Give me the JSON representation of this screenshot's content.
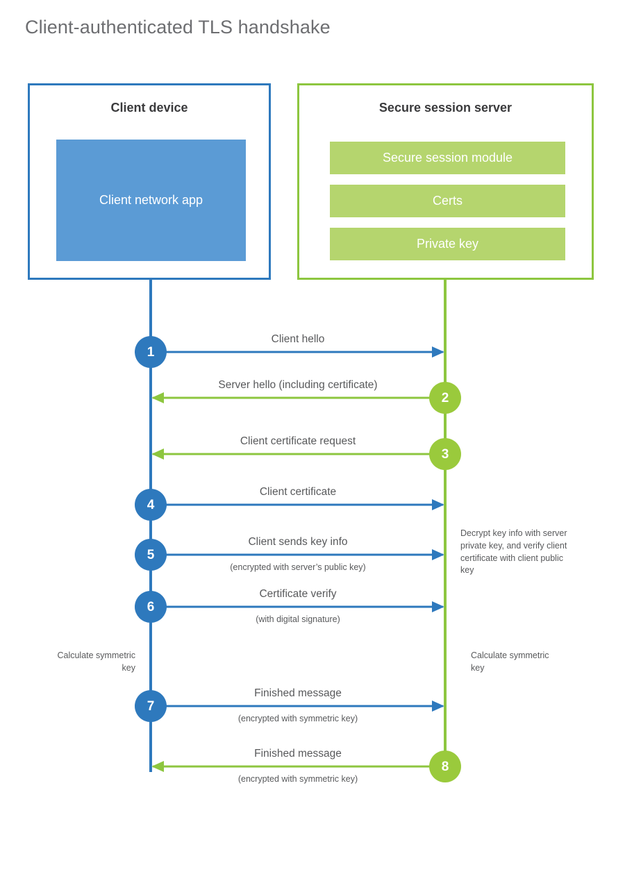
{
  "diagram": {
    "title": "Client-authenticated TLS handshake",
    "colors": {
      "client_accent": "#2E79BD",
      "client_fill": "#5B9BD5",
      "server_accent": "#8DC63F",
      "server_fill": "#B5D56E",
      "text": "#58595B",
      "title_text": "#6D6E71",
      "background": "#FFFFFF"
    },
    "parties": {
      "client": {
        "title": "Client device",
        "components": [
          "Client network app"
        ]
      },
      "server": {
        "title": "Secure session server",
        "components": [
          "Secure session module",
          "Certs",
          "Private key"
        ]
      }
    },
    "steps": [
      {
        "num": "1",
        "label": "Client hello",
        "sub": "",
        "from": "client",
        "to": "server",
        "color": "#2E79BD"
      },
      {
        "num": "2",
        "label": "Server hello (including certificate)",
        "sub": "",
        "from": "server",
        "to": "client",
        "color": "#8DC63F"
      },
      {
        "num": "3",
        "label": "Client certificate request",
        "sub": "",
        "from": "server",
        "to": "client",
        "color": "#8DC63F"
      },
      {
        "num": "4",
        "label": "Client certificate",
        "sub": "",
        "from": "client",
        "to": "server",
        "color": "#2E79BD"
      },
      {
        "num": "5",
        "label": "Client sends key info",
        "sub": "(encrypted with server’s public key)",
        "from": "client",
        "to": "server",
        "color": "#2E79BD"
      },
      {
        "num": "6",
        "label": "Certificate verify",
        "sub": "(with digital signature)",
        "from": "client",
        "to": "server",
        "color": "#2E79BD"
      },
      {
        "num": "7",
        "label": "Finished message",
        "sub": "(encrypted with symmetric key)",
        "from": "client",
        "to": "server",
        "color": "#2E79BD"
      },
      {
        "num": "8",
        "label": "Finished message",
        "sub": "(encrypted with symmetric key)",
        "from": "server",
        "to": "client",
        "color": "#8DC63F"
      }
    ],
    "notes": {
      "server_decrypt": "Decrypt key info with server private key, and verify client certificate with client public key",
      "client_calc": "Calculate symmetric key",
      "server_calc": "Calculate symmetric key"
    }
  }
}
